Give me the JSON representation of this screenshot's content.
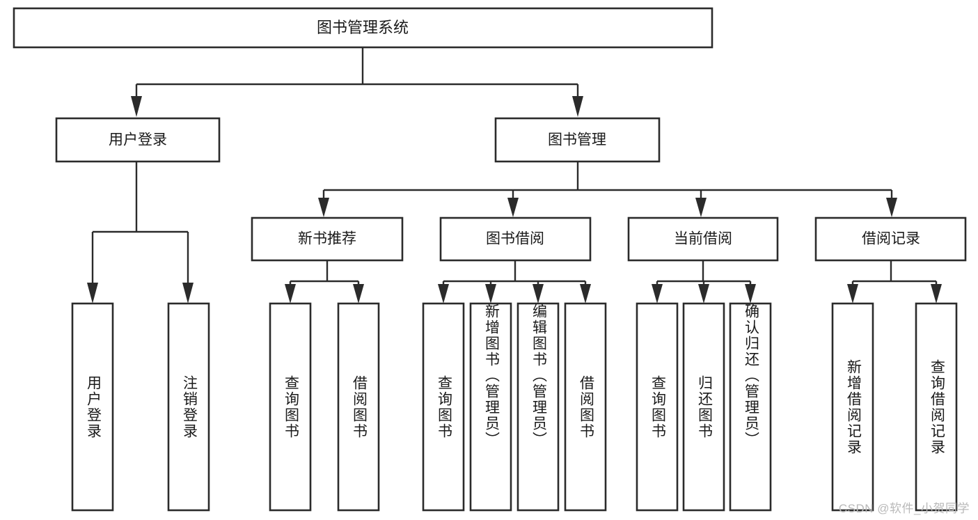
{
  "diagram": {
    "title": "图书管理系统",
    "type": "tree-hierarchy",
    "watermark": "CSDN @软件_小贺同学",
    "colors": {
      "box_stroke": "#2b2b2b",
      "box_fill": "#ffffff",
      "text": "#1a1a1a",
      "connector": "#2b2b2b",
      "watermark": "#b9b9b9",
      "background": "#ffffff"
    },
    "root": {
      "label": "图书管理系统"
    },
    "level2": [
      {
        "label": "用户登录"
      },
      {
        "label": "图书管理"
      }
    ],
    "level3": [
      {
        "label": "新书推荐"
      },
      {
        "label": "图书借阅"
      },
      {
        "label": "当前借阅"
      },
      {
        "label": "借阅记录"
      }
    ],
    "leaves": {
      "user_login": [
        {
          "label": "用户登录"
        },
        {
          "label": "注销登录"
        }
      ],
      "new_book_recommend": [
        {
          "label": "查询图书"
        },
        {
          "label": "借阅图书"
        }
      ],
      "book_borrow": [
        {
          "label": "查询图书"
        },
        {
          "label": "新增图书（管理员）"
        },
        {
          "label": "编辑图书（管理员）"
        },
        {
          "label": "借阅图书"
        }
      ],
      "current_borrow": [
        {
          "label": "查询图书"
        },
        {
          "label": "归还图书"
        },
        {
          "label": "确认归还（管理员）"
        }
      ],
      "borrow_records": [
        {
          "label": "新增借阅记录"
        },
        {
          "label": "查询借阅记录"
        }
      ]
    }
  }
}
